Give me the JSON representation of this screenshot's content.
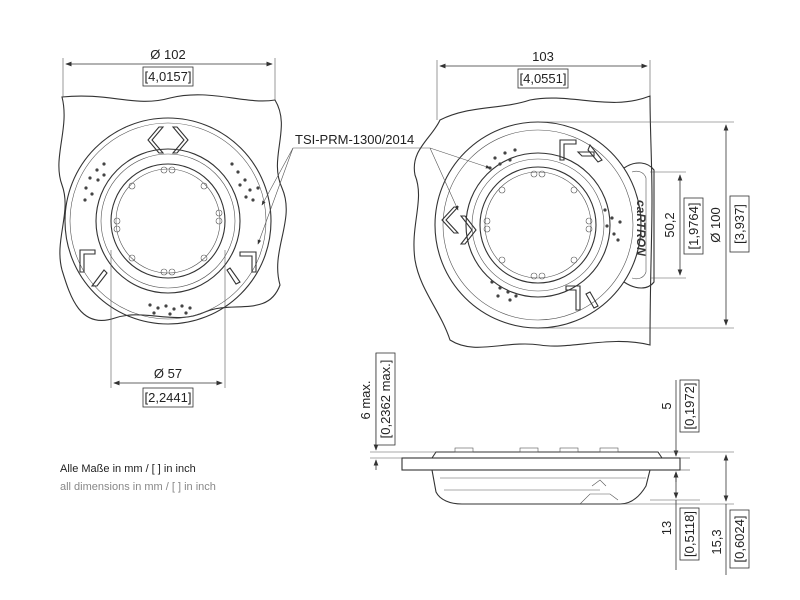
{
  "left_view": {
    "diameter_label": "Ø 102",
    "diameter_inch": "[4,0157]",
    "inner_label": "Ø 57",
    "inner_inch": "[2,2441]"
  },
  "right_view": {
    "width_label": "103",
    "width_inch": "[4,0551]",
    "callout": "TSI-PRM-1300/2014",
    "height_label": "50,2",
    "height_inch": "[1,9764]",
    "diameter_label": "Ø 100",
    "diameter_inch": "[3,937]",
    "brand": "caRTRON"
  },
  "side_view": {
    "top_label": "6 max.",
    "top_inch": "[0,2362 max.]",
    "flange_label": "5",
    "flange_inch": "[0,1972]",
    "depth1_label": "13",
    "depth1_inch": "[0,5118]",
    "depth2_label": "15,3",
    "depth2_inch": "[0,6024]"
  },
  "notes": {
    "line_de": "Alle Maße in mm / [ ] in inch",
    "line_en": "all dimensions in mm / [ ] in inch"
  },
  "colors": {
    "note_de": "#222222",
    "note_en": "#888888"
  }
}
